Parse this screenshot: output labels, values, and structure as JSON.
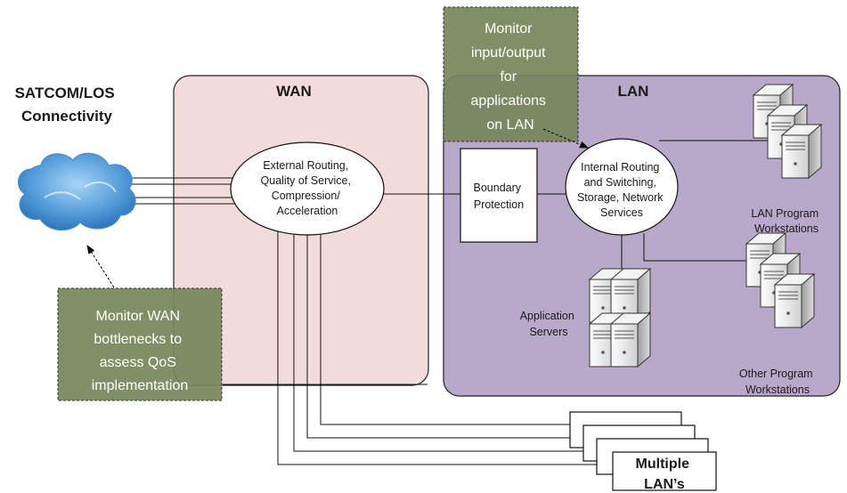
{
  "satcom_label": [
    "SATCOM/LOS",
    "Connectivity"
  ],
  "wan": {
    "title": "WAN",
    "node": [
      "External Routing,",
      "Quality of Service,",
      "Compression/",
      "Acceleration"
    ]
  },
  "lan": {
    "title": "LAN",
    "boundary": [
      "Boundary",
      "Protection"
    ],
    "internal": [
      "Internal Routing",
      "and Switching,",
      "Storage, Network",
      "Services"
    ],
    "app_servers": [
      "Application",
      "Servers"
    ],
    "lan_workstations": [
      "LAN Program",
      "Workstations"
    ],
    "other_workstations": [
      "Other Program",
      "Workstations"
    ]
  },
  "notes": {
    "lan_monitor": [
      "Monitor",
      "input/output",
      "for",
      "applications",
      "on LAN"
    ],
    "wan_monitor": [
      "Monitor WAN",
      "bottlenecks to",
      "assess QoS",
      "implementation"
    ]
  },
  "multiple_lans": [
    "Multiple",
    "LAN’s"
  ],
  "colors": {
    "wan_fill": "#f2dcdb",
    "lan_fill": "#b8a9cb",
    "note_fill": "#76855a",
    "cloud": "#5aa0dc"
  }
}
